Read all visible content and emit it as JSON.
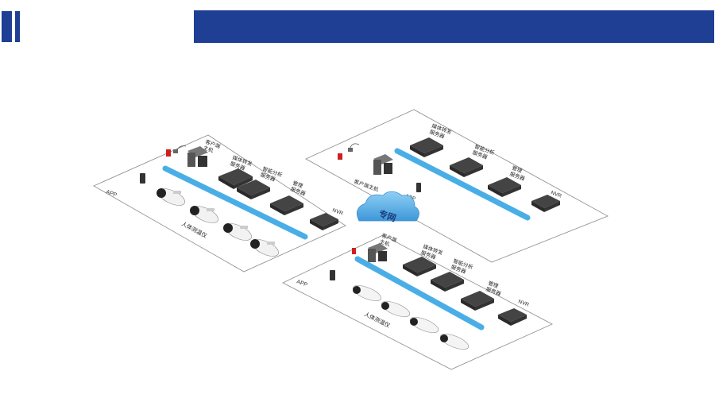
{
  "header": {
    "title": ""
  },
  "network": {
    "cloud_label": "专网"
  },
  "sites": [
    {
      "id": "left",
      "app_label": "APP",
      "client_label": "客户端\n主机",
      "servers": [
        "媒体转发\n服务器",
        "智能分析\n服务器",
        "管理\n服务器"
      ],
      "nvr_label": "NVR",
      "camera_label": "人体测温仪"
    },
    {
      "id": "top-right",
      "client_label": "客户端主机",
      "app_label": "APP",
      "servers": [
        "媒体转发\n服务器",
        "智能分析\n服务器",
        "管理\n服务器"
      ],
      "nvr_label": "NVR"
    },
    {
      "id": "bottom",
      "app_label": "APP",
      "client_label": "客户端\n主机",
      "servers": [
        "媒体转发\n服务器",
        "智能分析\n服务器",
        "管理\n服务器"
      ],
      "nvr_label": "NVR",
      "camera_label": "人体测温仪"
    }
  ],
  "colors": {
    "accent": "#1f3f95",
    "bus": "#4aaee6",
    "cloud": "#5fb4e8",
    "device": "#3a3a3a"
  }
}
